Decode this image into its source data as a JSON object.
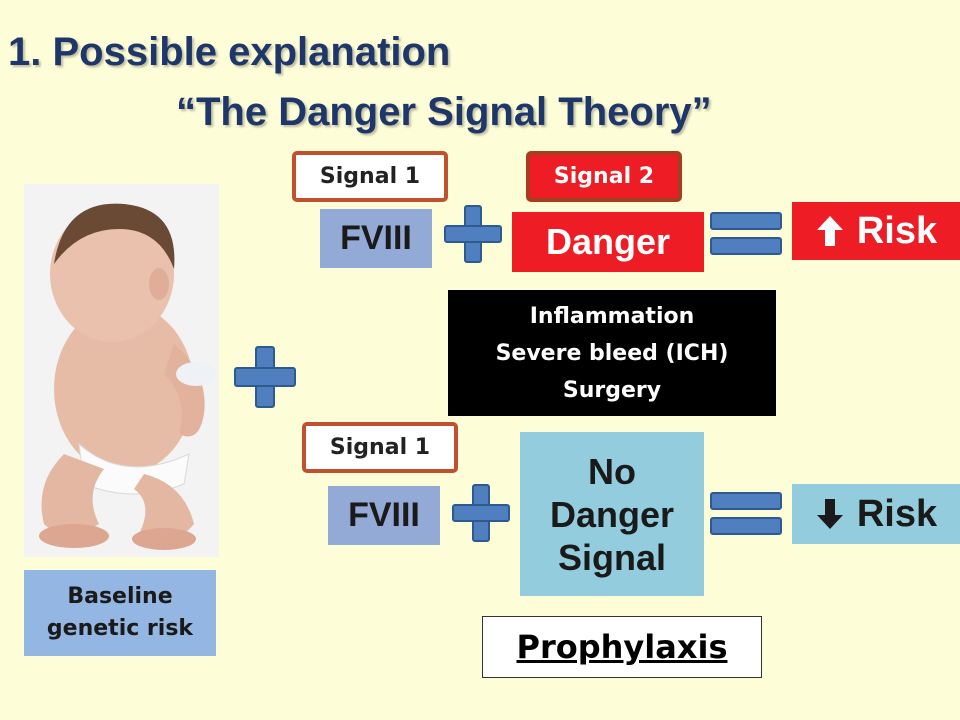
{
  "title": {
    "line1": "1. Possible explanation",
    "line2": "“The Danger Signal Theory”"
  },
  "top_row": {
    "signal1_label": "Signal 1",
    "signal2_label": "Signal 2",
    "fviii": "FVIII",
    "danger": "Danger",
    "risk": "Risk",
    "risk_icon": "arrow-up-icon"
  },
  "conditions": {
    "items": [
      "Inflammation",
      "Severe bleed (ICH)",
      "Surgery"
    ]
  },
  "bottom_row": {
    "signal1_label": "Signal 1",
    "fviii": "FVIII",
    "no_danger_lines": [
      "No",
      "Danger",
      "Signal"
    ],
    "risk": "Risk",
    "risk_icon": "arrow-down-icon"
  },
  "baseline": {
    "lines": [
      "Baseline",
      "genetic risk"
    ]
  },
  "prophylaxis": "Prophylaxis",
  "colors": {
    "background": "#fdfdd8",
    "title": "#1f3668",
    "danger_red": "#ee1c24",
    "fviii_blue": "#93a9d6",
    "light_teal": "#93cddd",
    "plus_blue": "#4f7fbf",
    "signal_border": "#c0502e"
  }
}
